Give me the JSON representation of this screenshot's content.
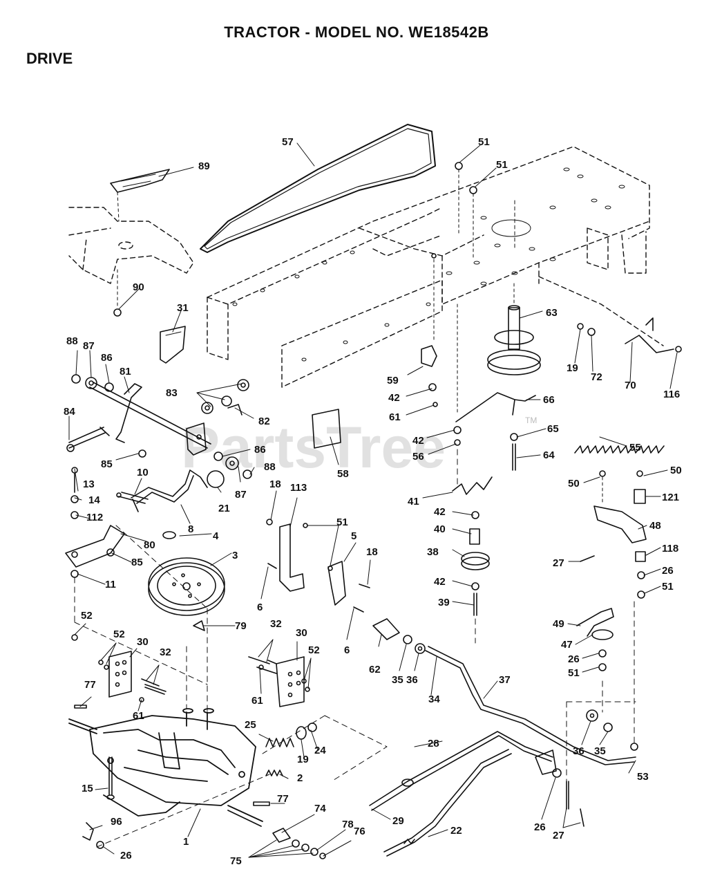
{
  "header": {
    "title": "TRACTOR - MODEL NO. WE18542B",
    "section": "DRIVE"
  },
  "watermark": {
    "text": "PartsTree",
    "tm": "TM"
  },
  "callouts": {
    "c1": "1",
    "c2": "2",
    "c3": "3",
    "c4": "4",
    "c5": "5",
    "c6a": "6",
    "c6b": "6",
    "c8": "8",
    "c10": "10",
    "c11": "11",
    "c13": "13",
    "c14": "14",
    "c15": "15",
    "c18a": "18",
    "c18b": "18",
    "c19a": "19",
    "c19b": "19",
    "c21": "21",
    "c22": "22",
    "c24": "24",
    "c25": "25",
    "c26a": "26",
    "c26b": "26",
    "c26c": "26",
    "c26d": "26",
    "c27a": "27",
    "c27b": "27",
    "c28": "28",
    "c29": "29",
    "c30a": "30",
    "c30b": "30",
    "c31": "31",
    "c32a": "32",
    "c32b": "32",
    "c34": "34",
    "c35a": "35",
    "c35b": "35",
    "c36a": "36",
    "c36b": "36",
    "c37": "37",
    "c38": "38",
    "c39": "39",
    "c40": "40",
    "c41": "41",
    "c42a": "42",
    "c42b": "42",
    "c42c": "42",
    "c42d": "42",
    "c47": "47",
    "c48": "48",
    "c49": "49",
    "c50a": "50",
    "c50b": "50",
    "c51a": "51",
    "c51b": "51",
    "c51c": "51",
    "c51d": "51",
    "c51e": "51",
    "c52a": "52",
    "c52b": "52",
    "c52c": "52",
    "c53": "53",
    "c55": "55",
    "c56": "56",
    "c57": "57",
    "c58": "58",
    "c59": "59",
    "c61a": "61",
    "c61b": "61",
    "c61c": "61",
    "c62": "62",
    "c63": "63",
    "c64": "64",
    "c65": "65",
    "c66": "66",
    "c70": "70",
    "c72": "72",
    "c74": "74",
    "c75": "75",
    "c76": "76",
    "c77a": "77",
    "c77b": "77",
    "c78": "78",
    "c79": "79",
    "c80": "80",
    "c81": "81",
    "c82": "82",
    "c83": "83",
    "c84": "84",
    "c85a": "85",
    "c85b": "85",
    "c86a": "86",
    "c86b": "86",
    "c87a": "87",
    "c87b": "87",
    "c88a": "88",
    "c88b": "88",
    "c89": "89",
    "c90": "90",
    "c96": "96",
    "c112": "112",
    "c113": "113",
    "c116": "116",
    "c118": "118",
    "c121": "121"
  }
}
